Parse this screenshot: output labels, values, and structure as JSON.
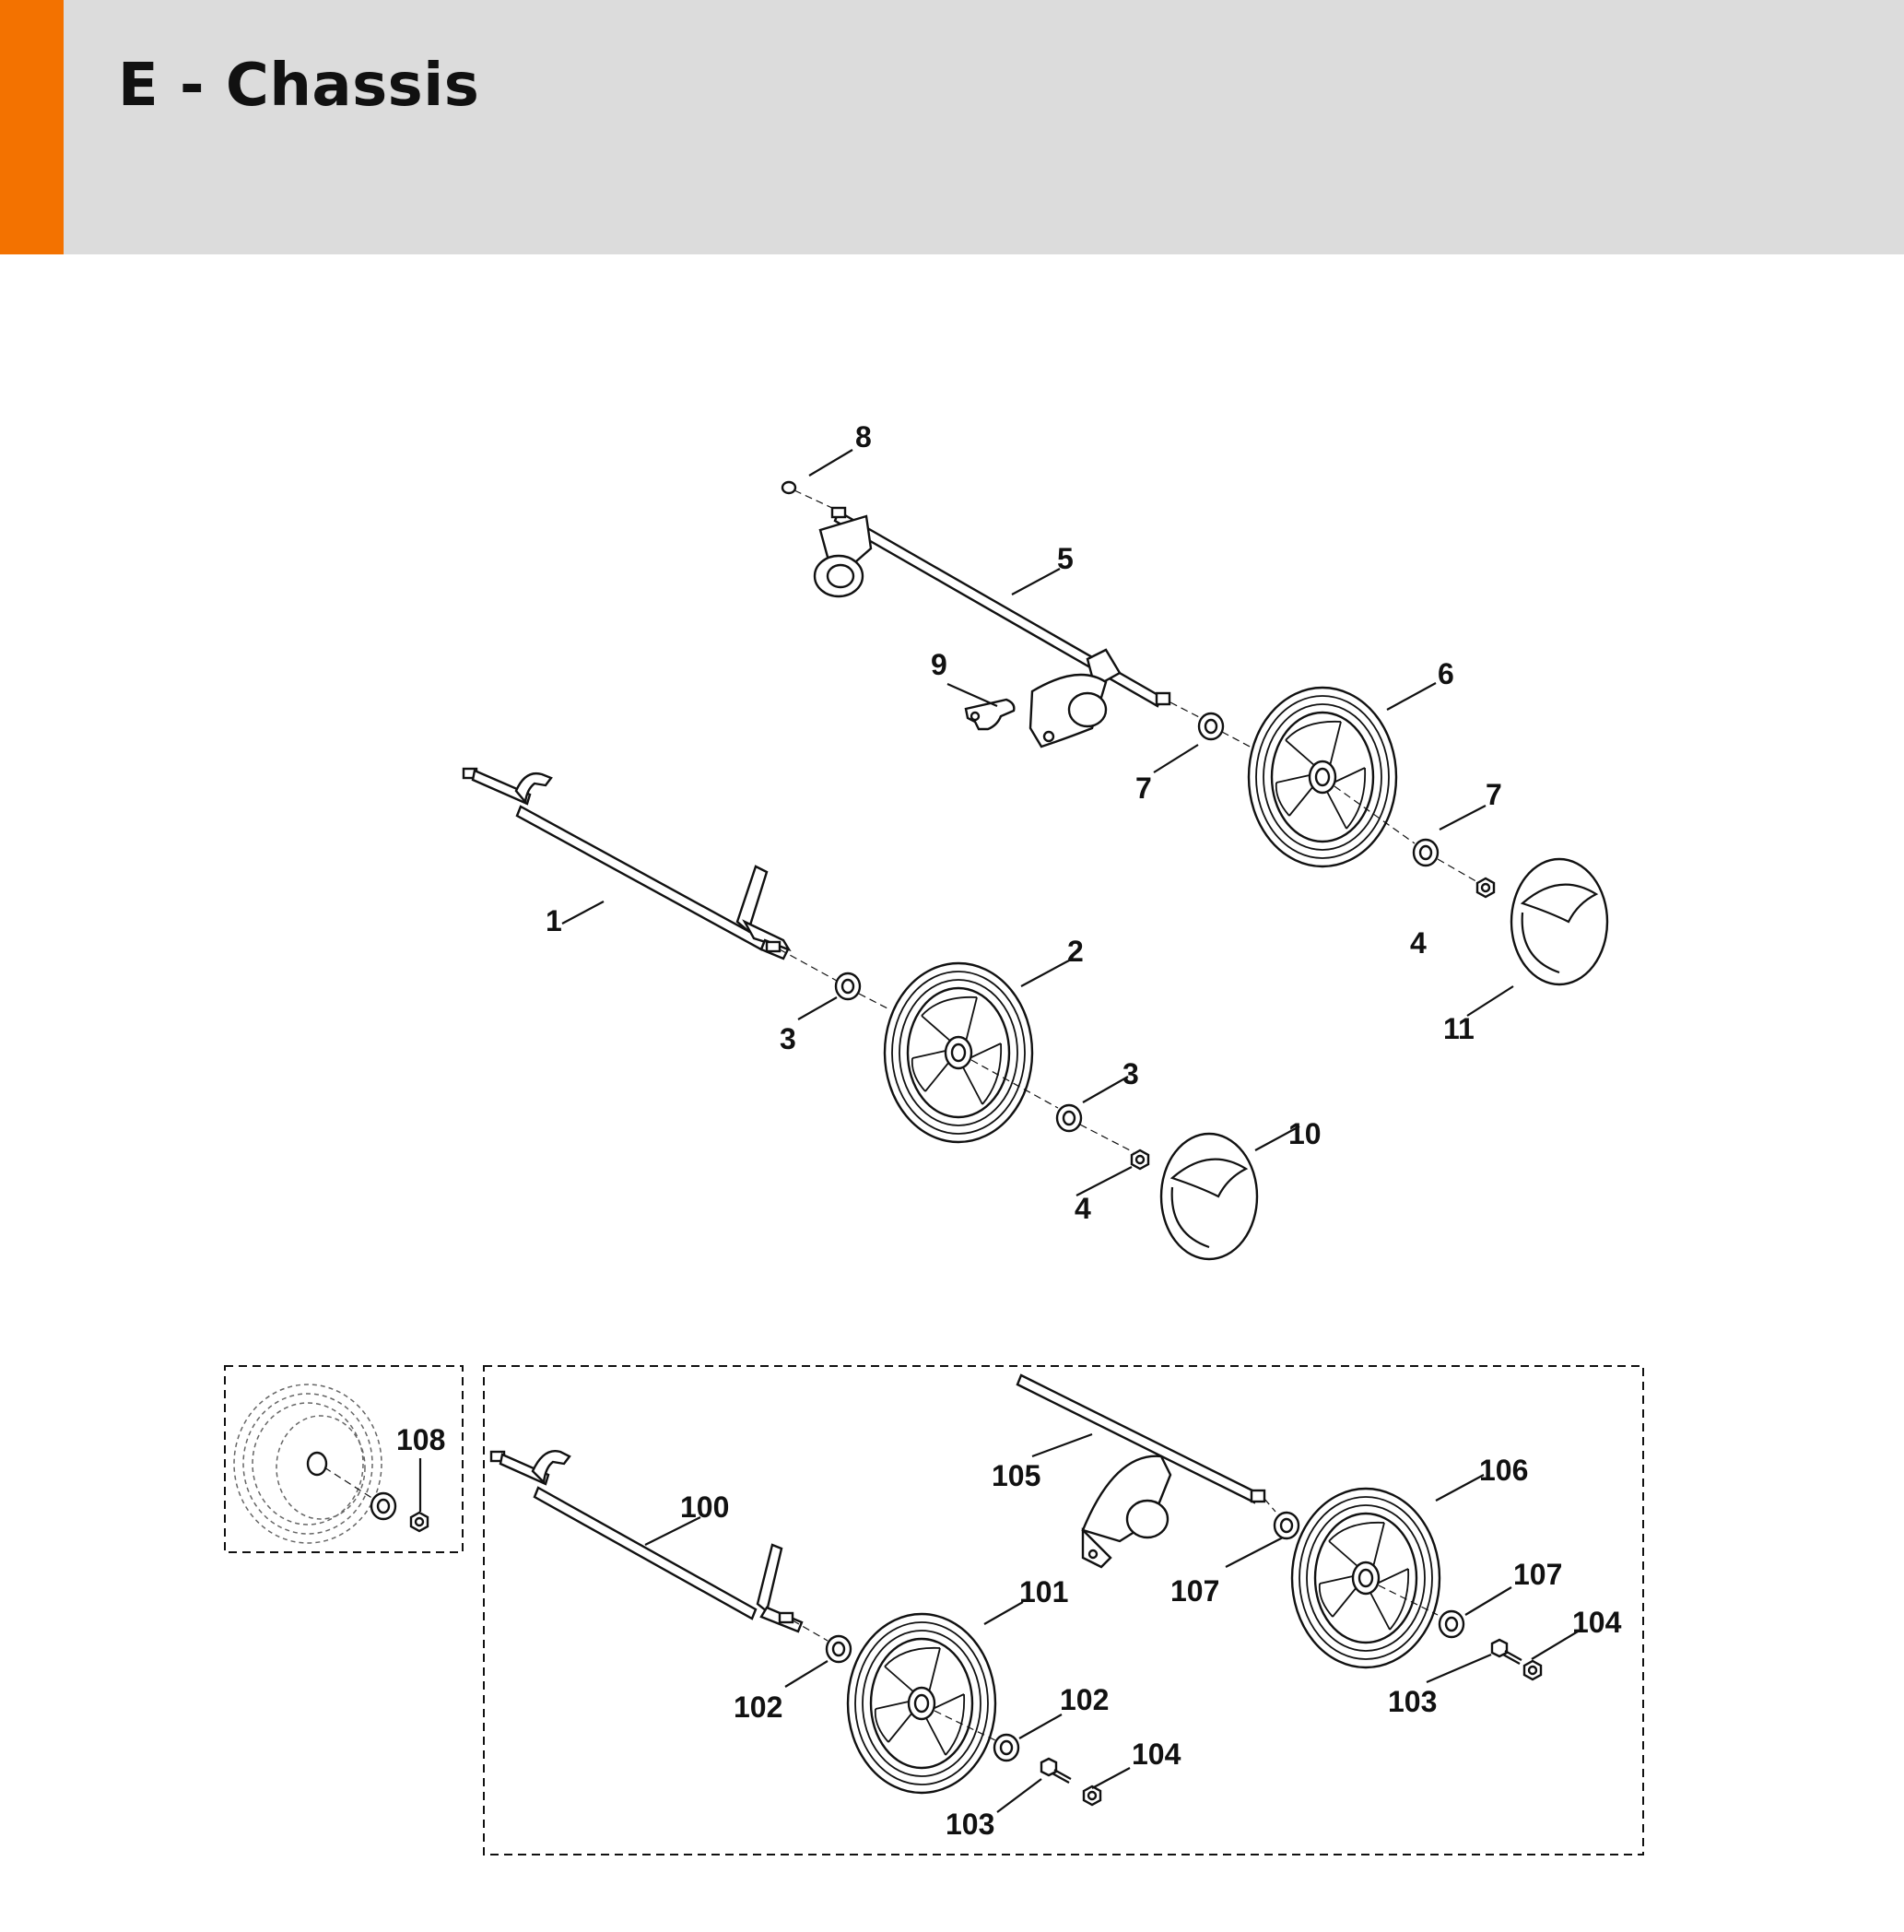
{
  "header": {
    "title": "E - Chassis",
    "accent_color": "#f37200",
    "background_color": "#dcdcdc"
  },
  "callouts": {
    "c8": "8",
    "c5": "5",
    "c9": "9",
    "c6": "6",
    "c7a": "7",
    "c7b": "7",
    "c1": "1",
    "c2": "2",
    "c3a": "3",
    "c3b": "3",
    "c4a": "4",
    "c4b": "4",
    "c10": "10",
    "c11": "11",
    "c108": "108",
    "c100": "100",
    "c105": "105",
    "c106": "106",
    "c107a": "107",
    "c107b": "107",
    "c101": "101",
    "c102a": "102",
    "c102b": "102",
    "c103a": "103",
    "c103b": "103",
    "c104a": "104",
    "c104b": "104"
  }
}
